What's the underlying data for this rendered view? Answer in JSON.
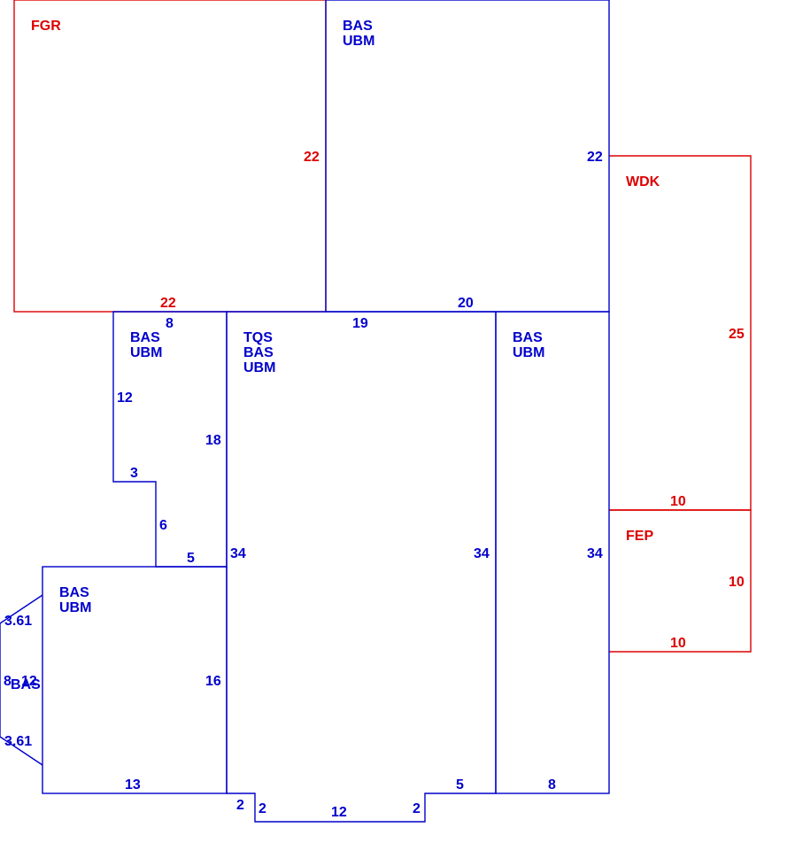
{
  "colors": {
    "living": "#0000cc",
    "other": "#dd0000"
  },
  "areas": {
    "fgr": {
      "code": "FGR"
    },
    "bas_top": {
      "line1": "BAS",
      "line2": "UBM"
    },
    "wdk": {
      "code": "WDK"
    },
    "bas_left": {
      "line1": "BAS",
      "line2": "UBM"
    },
    "tqs": {
      "line1": "TQS",
      "line2": "BAS",
      "line3": "UBM"
    },
    "bas_right": {
      "line1": "BAS",
      "line2": "UBM"
    },
    "fep": {
      "code": "FEP"
    },
    "bas_lower": {
      "line1": "BAS",
      "line2": "UBM"
    },
    "bay": {
      "code": "BAS"
    }
  },
  "dimensions": {
    "fgr_right": "22",
    "fgr_bottom": "22",
    "bas_top_right": "22",
    "bas_top_bottom": "20",
    "wdk_right": "25",
    "wdk_bottom": "10",
    "bas_left_top": "8",
    "bas_left_side": "12",
    "bas_left_right": "18",
    "bas_left_step_top": "3",
    "bas_left_step_side": "6",
    "bas_left_step_bottom": "5",
    "tqs_top": "19",
    "tqs_left": "34",
    "tqs_right": "34",
    "bas_right_right": "34",
    "bas_right_bottom": "8",
    "fep_right": "10",
    "fep_bottom": "10",
    "bas_lower_right": "16",
    "bas_lower_bottom": "13",
    "bay_upper": "3.61",
    "bay_middle": "8",
    "bay_middle2": "12",
    "bay_lower": "3.61",
    "notch_left_outer": "2",
    "notch_left_inner": "2",
    "notch_bottom": "12",
    "notch_right_inner": "2",
    "notch_right_top": "5"
  }
}
